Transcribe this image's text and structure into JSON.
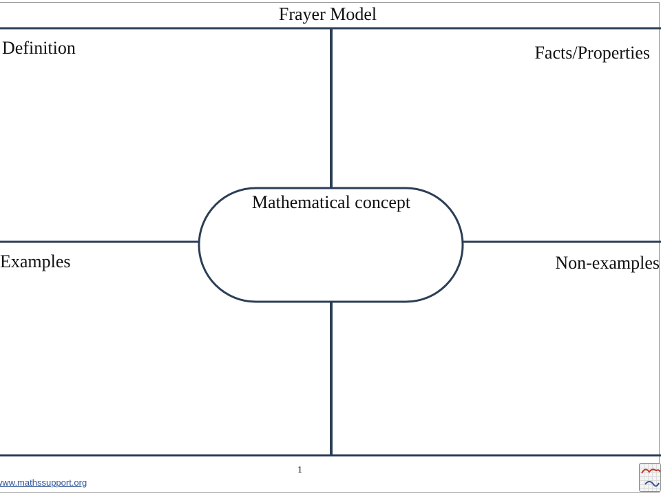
{
  "document": {
    "title": "Frayer Model",
    "center_label": "Mathematical concept",
    "quadrants": {
      "top_left": "Definition",
      "top_right": "Facts/Properties",
      "bottom_left": "Examples",
      "bottom_right": "Non-examples"
    },
    "page_number": "1"
  },
  "footer": {
    "link_text": "www.mathssupport.org"
  },
  "logo": {
    "icon": "maths-support-logo-icon"
  },
  "colors": {
    "frame": "#2b3e55",
    "text": "#111111",
    "link": "#2f5496"
  }
}
